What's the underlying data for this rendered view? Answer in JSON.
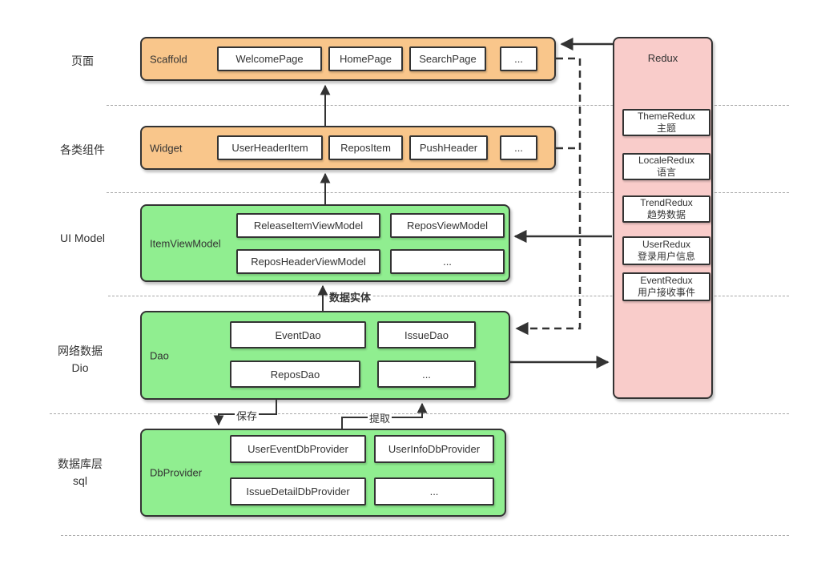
{
  "colors": {
    "layer_orange": "#F9C68B",
    "layer_green": "#90EE90",
    "redux_pink": "#F9CCCA",
    "border": "#333333",
    "separator": "#A8A8A8"
  },
  "row_labels": {
    "page": "页面",
    "widgets": "各类组件",
    "ui_model": "UI Model",
    "network_line1": "网络数据",
    "network_line2": "Dio",
    "db_line1": "数据库层",
    "db_line2": "sql"
  },
  "containers": {
    "scaffold": {
      "label": "Scaffold",
      "items": [
        "WelcomePage",
        "HomePage",
        "SearchPage",
        "..."
      ]
    },
    "widget": {
      "label": "Widget",
      "items": [
        "UserHeaderItem",
        "ReposItem",
        "PushHeader",
        "..."
      ]
    },
    "item_view_model": {
      "label": "ItemViewModel",
      "items": [
        "ReleaseItemViewModel",
        "ReposViewModel",
        "ReposHeaderViewModel",
        "..."
      ]
    },
    "dao": {
      "label": "Dao",
      "items": [
        "EventDao",
        "IssueDao",
        "ReposDao",
        "..."
      ]
    },
    "db_provider": {
      "label": "DbProvider",
      "items": [
        "UserEventDbProvider",
        "UserInfoDbProvider",
        "IssueDetailDbProvider",
        "..."
      ]
    },
    "redux": {
      "label": "Redux",
      "items": [
        {
          "name": "ThemeRedux",
          "desc": "主题"
        },
        {
          "name": "LocaleRedux",
          "desc": "语言"
        },
        {
          "name": "TrendRedux",
          "desc": "趋势数据"
        },
        {
          "name": "UserRedux",
          "desc": "登录用户信息"
        },
        {
          "name": "EventRedux",
          "desc": "用户接收事件"
        }
      ]
    }
  },
  "edge_labels": {
    "data_entity": "数据实体",
    "save": "保存",
    "extract": "提取"
  }
}
